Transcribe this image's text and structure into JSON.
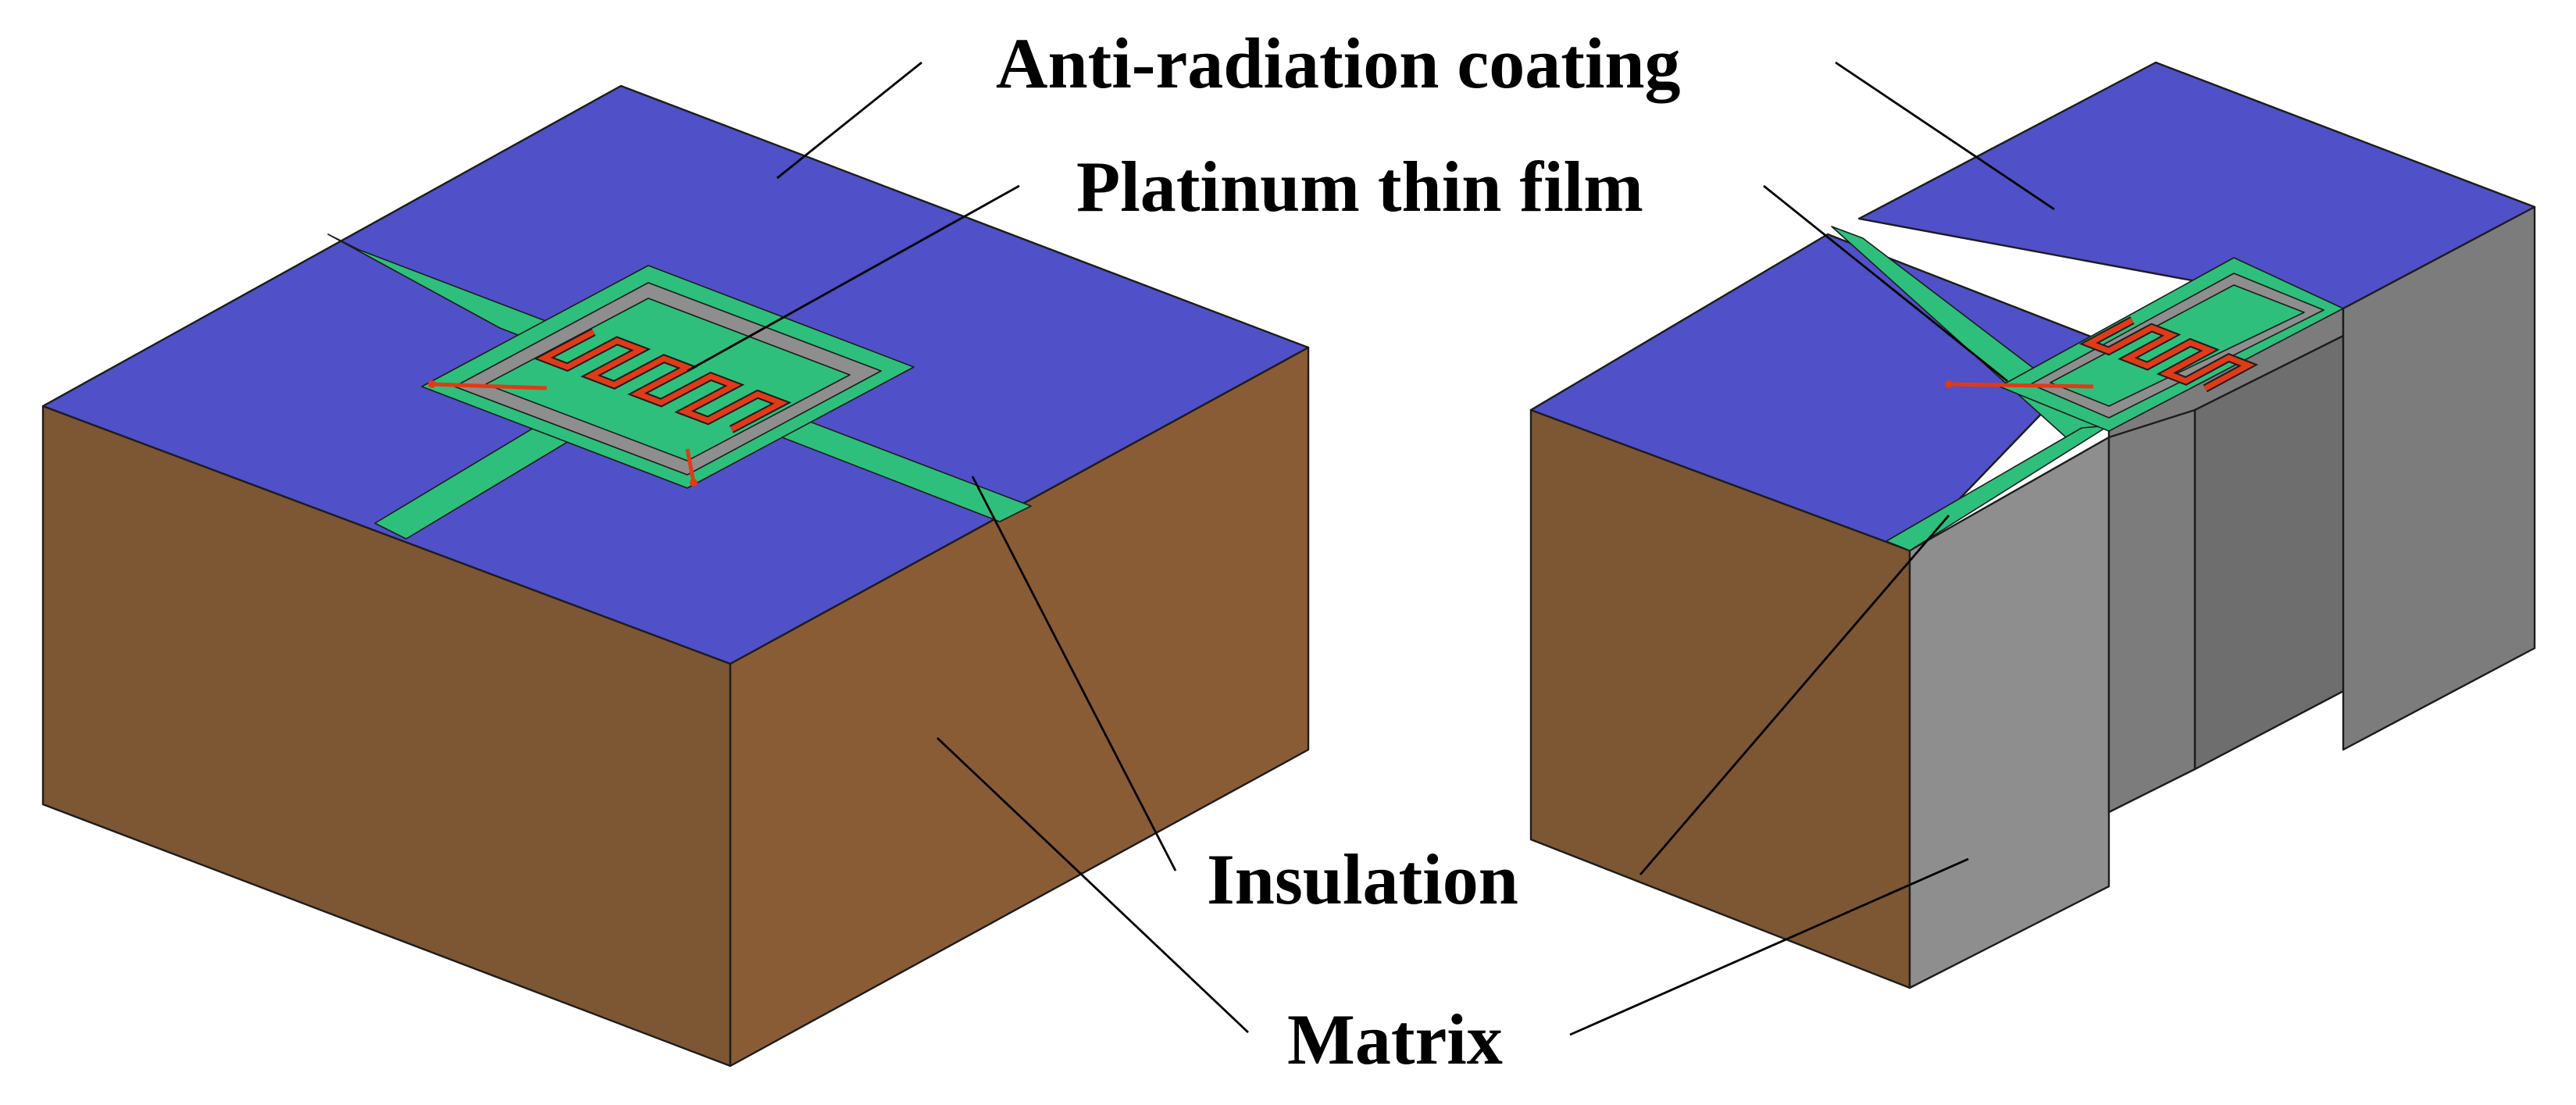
{
  "labels": {
    "coating": "Anti-radiation coating",
    "film": "Platinum thin film",
    "insulation": "Insulation",
    "matrix": "Matrix"
  },
  "colors": {
    "coating": "#5050c8",
    "insulation": "#2ebf7c",
    "film_trace": "#e03a18",
    "matrix_front": "#7d5633",
    "matrix_right": "#8a5c35",
    "cavity_light": "#8e8e8e",
    "cavity_mid": "#7c7c7c",
    "cavity_dark": "#6e6e6e"
  }
}
